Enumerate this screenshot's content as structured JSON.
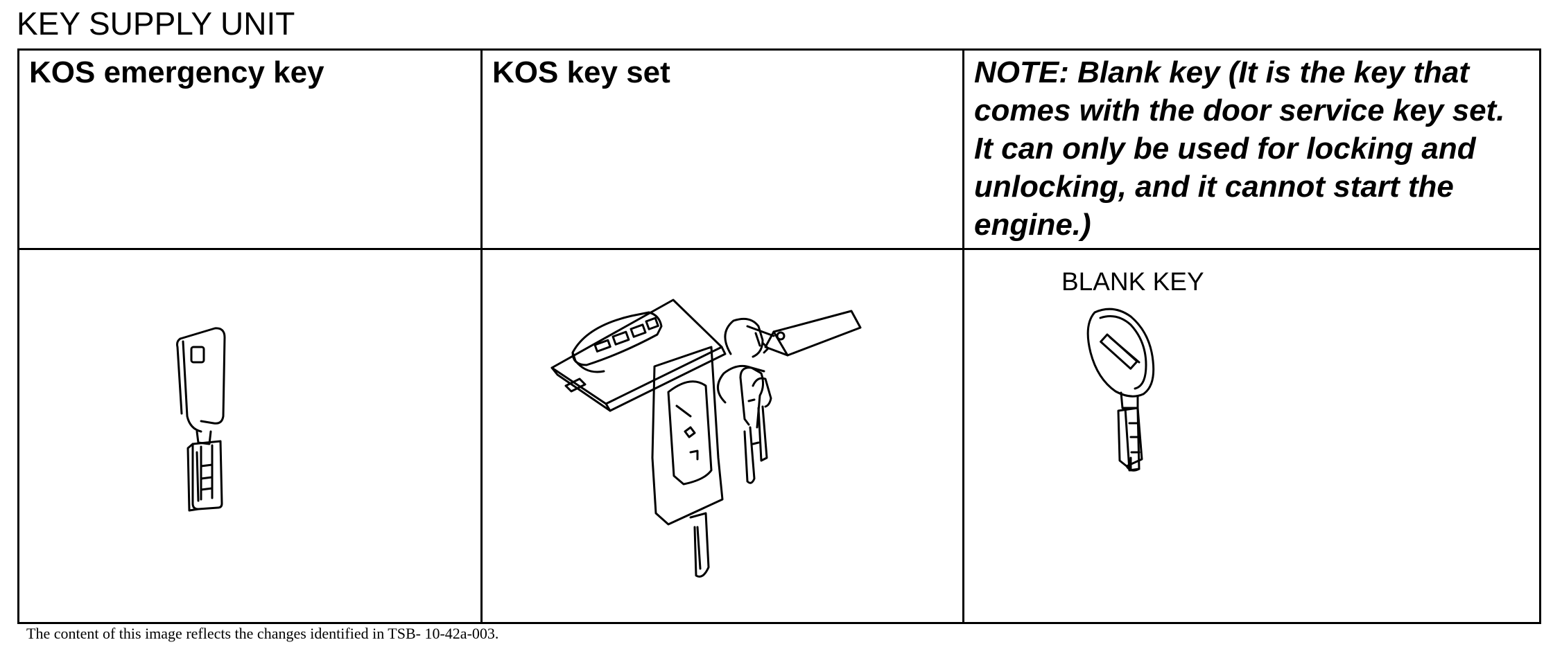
{
  "title": "KEY SUPPLY UNIT",
  "table": {
    "headers": [
      "KOS emergency key",
      "KOS key set",
      "NOTE: Blank key (It is the key that comes with the door service key set. It can only be used for locking and unlocking, and it cannot start the engine.)"
    ],
    "images": {
      "blank_key_label": "BLANK KEY"
    }
  },
  "footer": "The content of this image reflects the changes identified in TSB- 10-42a-003."
}
